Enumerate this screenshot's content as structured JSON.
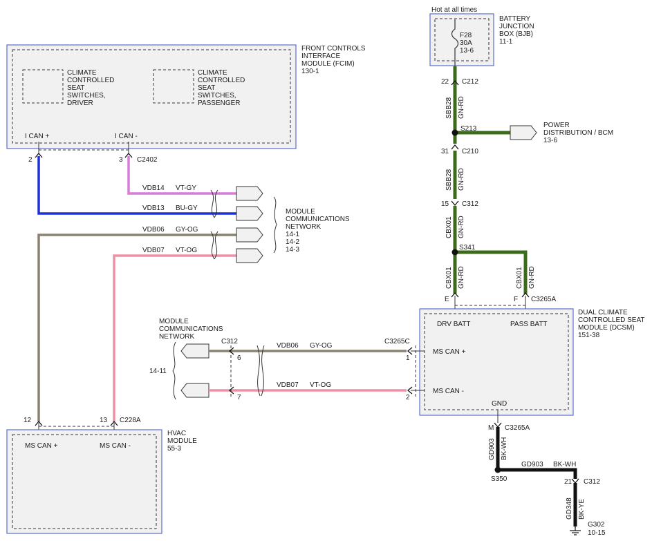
{
  "modules": {
    "fcim": {
      "name": [
        "FRONT CONTROLS",
        "INTERFACE",
        "MODULE (FCIM)",
        "130-1"
      ]
    },
    "bjb": {
      "name": [
        "BATTERY",
        "JUNCTION",
        "BOX (BJB)",
        "11-1"
      ],
      "hot": "Hot at all times",
      "fuse": [
        "F28",
        "30A",
        "13-6"
      ]
    },
    "dcsm": {
      "name": [
        "DUAL CLIMATE",
        "CONTROLLED SEAT",
        "MODULE (DCSM)",
        "151-38"
      ]
    },
    "hvac": {
      "name": [
        "HVAC",
        "MODULE",
        "55-3"
      ]
    }
  },
  "sub_switches": {
    "driver": [
      "CLIMATE",
      "CONTROLLED",
      "SEAT",
      "SWITCHES,",
      "DRIVER"
    ],
    "passenger": [
      "CLIMATE",
      "CONTROLLED",
      "SEAT",
      "SWITCHES,",
      "PASSENGER"
    ]
  },
  "pins": {
    "fcim_can_plus": "I CAN +",
    "fcim_can_minus": "I CAN -",
    "dcsm_drv_batt": "DRV BATT",
    "dcsm_pass_batt": "PASS BATT",
    "dcsm_can_plus": "MS CAN +",
    "dcsm_can_minus": "MS CAN -",
    "dcsm_gnd": "GND",
    "hvac_can_plus": "MS CAN +",
    "hvac_can_minus": "MS CAN -"
  },
  "connectors": {
    "c212": "C212",
    "c210": "C210",
    "c312_top": "C312",
    "c3265a_top": "C3265A",
    "c2402": "C2402",
    "c228a": "C228A",
    "c3265c": "C3265C",
    "c312_mid": "C312",
    "c3265a_bottom": "C3265A",
    "c312_bottom": "C312"
  },
  "pin_numbers": {
    "p22": "22",
    "p31": "31",
    "p15": "15",
    "pE": "E",
    "pF": "F",
    "p2": "2",
    "p3": "3",
    "p12": "12",
    "p13": "13",
    "p6": "6",
    "p7": "7",
    "p1": "1",
    "p2b": "2",
    "pM": "M",
    "p21": "21"
  },
  "splices": {
    "s213": "S213",
    "s341": "S341",
    "s350": "S350"
  },
  "circuits": {
    "sbb28_a": {
      "name": "SBB28",
      "color": "GN-RD"
    },
    "sbb28_b": {
      "name": "SBB28",
      "color": "GN-RD"
    },
    "cbx01_a": {
      "name": "CBX01",
      "color": "GN-RD"
    },
    "cbx01_b": {
      "name": "CBX01",
      "color": "GN-RD"
    },
    "cbx01_c": {
      "name": "CBX01",
      "color": "GN-RD"
    },
    "vdb14": {
      "name": "VDB14",
      "color": "VT-GY"
    },
    "vdb13": {
      "name": "VDB13",
      "color": "BU-GY"
    },
    "vdb06": {
      "name": "VDB06",
      "color": "GY-OG"
    },
    "vdb07": {
      "name": "VDB07",
      "color": "VT-OG"
    },
    "vdb06_b": {
      "name": "VDB06",
      "color": "GY-OG"
    },
    "vdb07_b": {
      "name": "VDB07",
      "color": "VT-OG"
    },
    "gd903_a": {
      "name": "GD903",
      "color": "BK-WH"
    },
    "gd903_b": {
      "name": "GD903",
      "color": "BK-WH"
    },
    "gd348": {
      "name": "GD348",
      "color": "BK-YE"
    }
  },
  "references": {
    "power_dist": [
      "POWER",
      "DISTRIBUTION / BCM",
      "13-6"
    ],
    "mcn_right": [
      "MODULE",
      "COMMUNICATIONS",
      "NETWORK",
      "14-1",
      "14-2",
      "14-3"
    ],
    "mcn_left": [
      "MODULE",
      "COMMUNICATIONS",
      "NETWORK"
    ],
    "mcn_left_ref": "14-11",
    "ground": [
      "G302",
      "10-15"
    ]
  },
  "colors": {
    "green": "#3d6b1c",
    "blue": "#1f2fd6",
    "violet": "#d77cd9",
    "pink": "#ef8fa6",
    "gray_og": "#8a8170",
    "black": "#111111",
    "border": "#5c6fd0"
  }
}
